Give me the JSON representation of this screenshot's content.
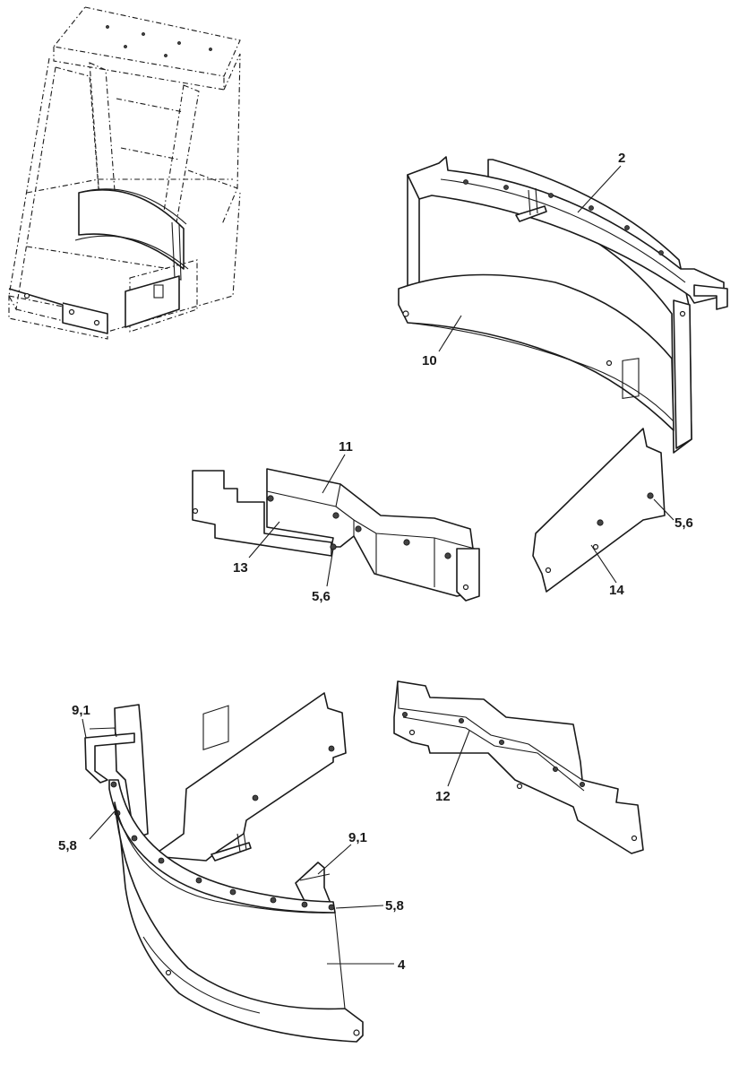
{
  "callouts": {
    "c2": "2",
    "c10": "10",
    "c11": "11",
    "c13": "13",
    "c56a": "5,6",
    "c56b": "5,6",
    "c14": "14",
    "c91a": "9,1",
    "c58a": "5,8",
    "c91b": "9,1",
    "c58b": "5,8",
    "c4": "4",
    "c12": "12"
  }
}
